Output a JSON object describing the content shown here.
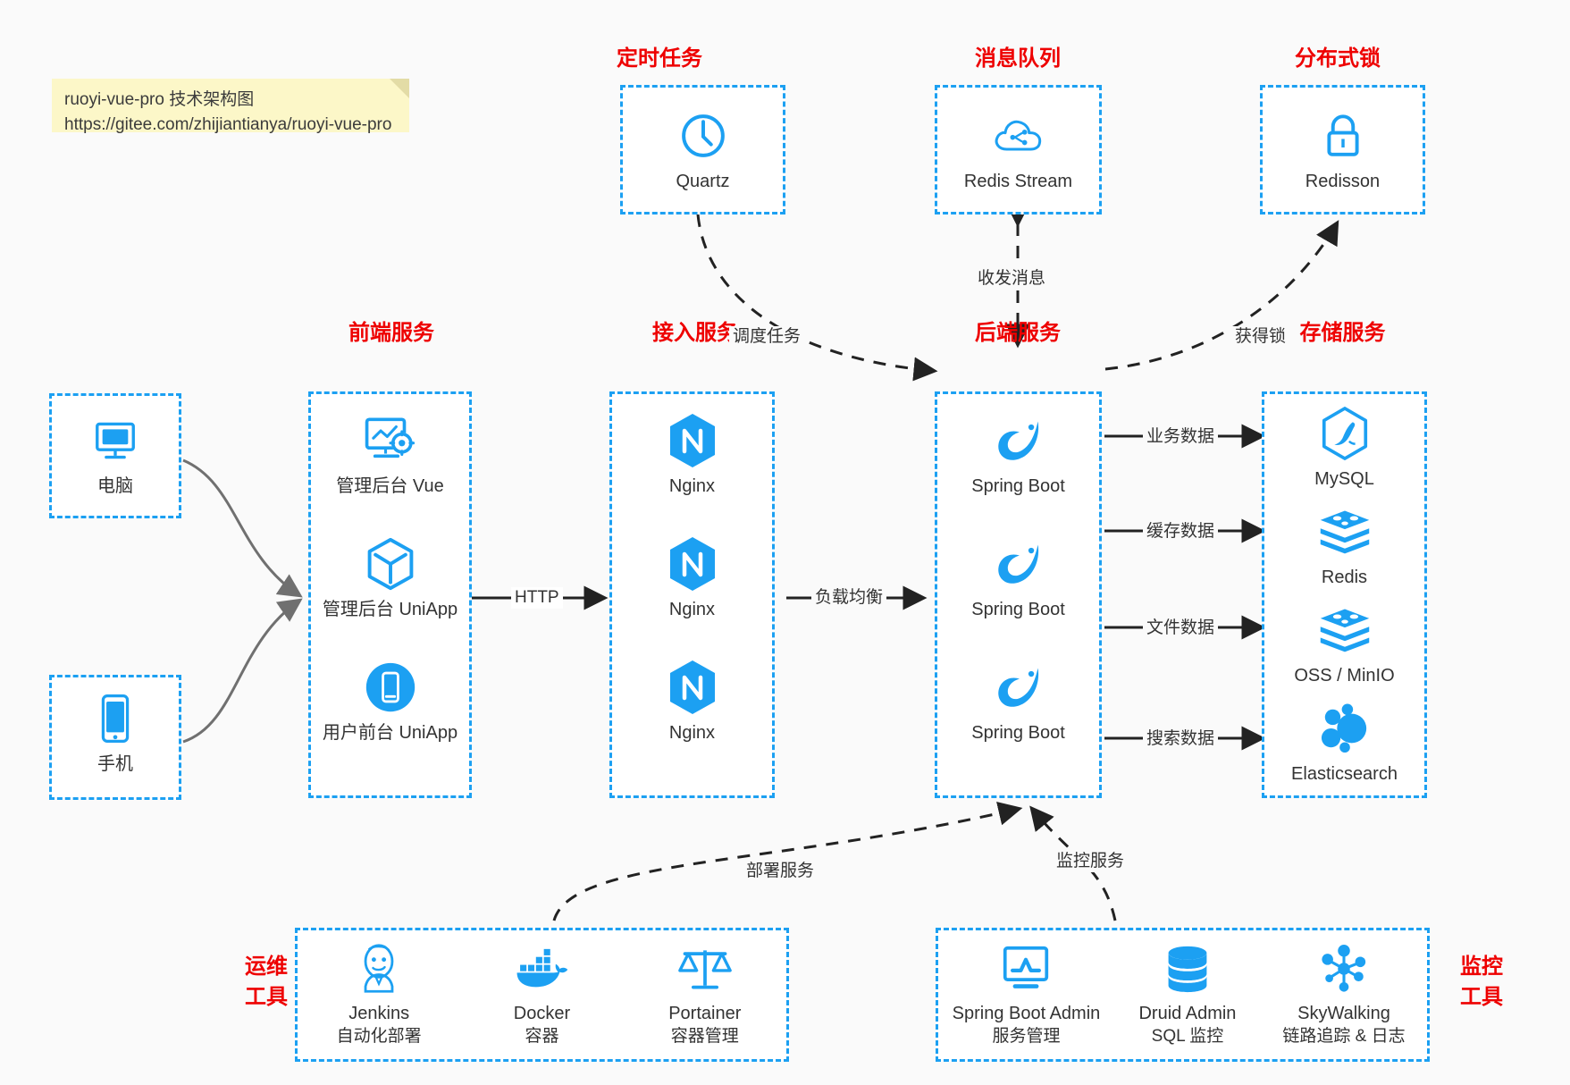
{
  "note": {
    "line1": "ruoyi-vue-pro 技术架构图",
    "line2": "https://gitee.com/zhijiantianya/ruoyi-vue-pro"
  },
  "colors": {
    "accent_blue": "#1ca0f2",
    "title_red": "#ee0000",
    "background": "#fafafa",
    "note_yellow": "#fcf7c8",
    "arrow_black": "#222222",
    "arrow_gray": "#707070"
  },
  "groups": {
    "scheduler": {
      "title": "定时任务",
      "nodes": [
        {
          "label": "Quartz",
          "icon": "clock-icon"
        }
      ]
    },
    "mq": {
      "title": "消息队列",
      "nodes": [
        {
          "label": "Redis Stream",
          "icon": "cloud-stream-icon"
        }
      ]
    },
    "lock": {
      "title": "分布式锁",
      "nodes": [
        {
          "label": "Redisson",
          "icon": "lock-icon"
        }
      ]
    },
    "clients": {
      "nodes": [
        {
          "label": "电脑",
          "icon": "desktop-icon"
        },
        {
          "label": "手机",
          "icon": "mobile-icon"
        }
      ]
    },
    "frontend": {
      "title": "前端服务",
      "nodes": [
        {
          "label": "管理后台 Vue",
          "icon": "dashboard-gear-icon"
        },
        {
          "label": "管理后台 UniApp",
          "icon": "cube-icon"
        },
        {
          "label": "用户前台 UniApp",
          "icon": "phone-round-icon"
        }
      ]
    },
    "gateway": {
      "title": "接入服务",
      "nodes": [
        {
          "label": "Nginx",
          "icon": "nginx-icon"
        },
        {
          "label": "Nginx",
          "icon": "nginx-icon"
        },
        {
          "label": "Nginx",
          "icon": "nginx-icon"
        }
      ]
    },
    "backend": {
      "title": "后端服务",
      "nodes": [
        {
          "label": "Spring Boot",
          "icon": "spring-leaf-icon"
        },
        {
          "label": "Spring Boot",
          "icon": "spring-leaf-icon"
        },
        {
          "label": "Spring Boot",
          "icon": "spring-leaf-icon"
        }
      ]
    },
    "storage": {
      "title": "存储服务",
      "nodes": [
        {
          "label": "MySQL",
          "icon": "mysql-dolphin-icon"
        },
        {
          "label": "Redis",
          "icon": "redis-stack-icon"
        },
        {
          "label": "OSS / MinIO",
          "icon": "redis-stack-icon"
        },
        {
          "label": "Elasticsearch",
          "icon": "elasticsearch-icon"
        }
      ]
    },
    "devops": {
      "title_line1": "运维",
      "title_line2": "工具",
      "nodes": [
        {
          "label": "Jenkins",
          "sublabel": "自动化部署",
          "icon": "jenkins-butler-icon"
        },
        {
          "label": "Docker",
          "sublabel": "容器",
          "icon": "docker-whale-icon"
        },
        {
          "label": "Portainer",
          "sublabel": "容器管理",
          "icon": "scales-icon"
        }
      ]
    },
    "monitor": {
      "title_line1": "监控",
      "title_line2": "工具",
      "nodes": [
        {
          "label": "Spring Boot Admin",
          "sublabel": "服务管理",
          "icon": "monitor-chart-icon"
        },
        {
          "label": "Druid Admin",
          "sublabel": "SQL 监控",
          "icon": "database-icon"
        },
        {
          "label": "SkyWalking",
          "sublabel": "链路追踪 & 日志",
          "icon": "skywalking-node-icon"
        }
      ]
    }
  },
  "edges": {
    "http": "HTTP",
    "load_balance": "负载均衡",
    "schedule_task": "调度任务",
    "send_receive_message": "收发消息",
    "acquire_lock": "获得锁",
    "business_data": "业务数据",
    "cache_data": "缓存数据",
    "file_data": "文件数据",
    "search_data": "搜索数据",
    "deploy_service": "部署服务",
    "monitor_service": "监控服务"
  }
}
